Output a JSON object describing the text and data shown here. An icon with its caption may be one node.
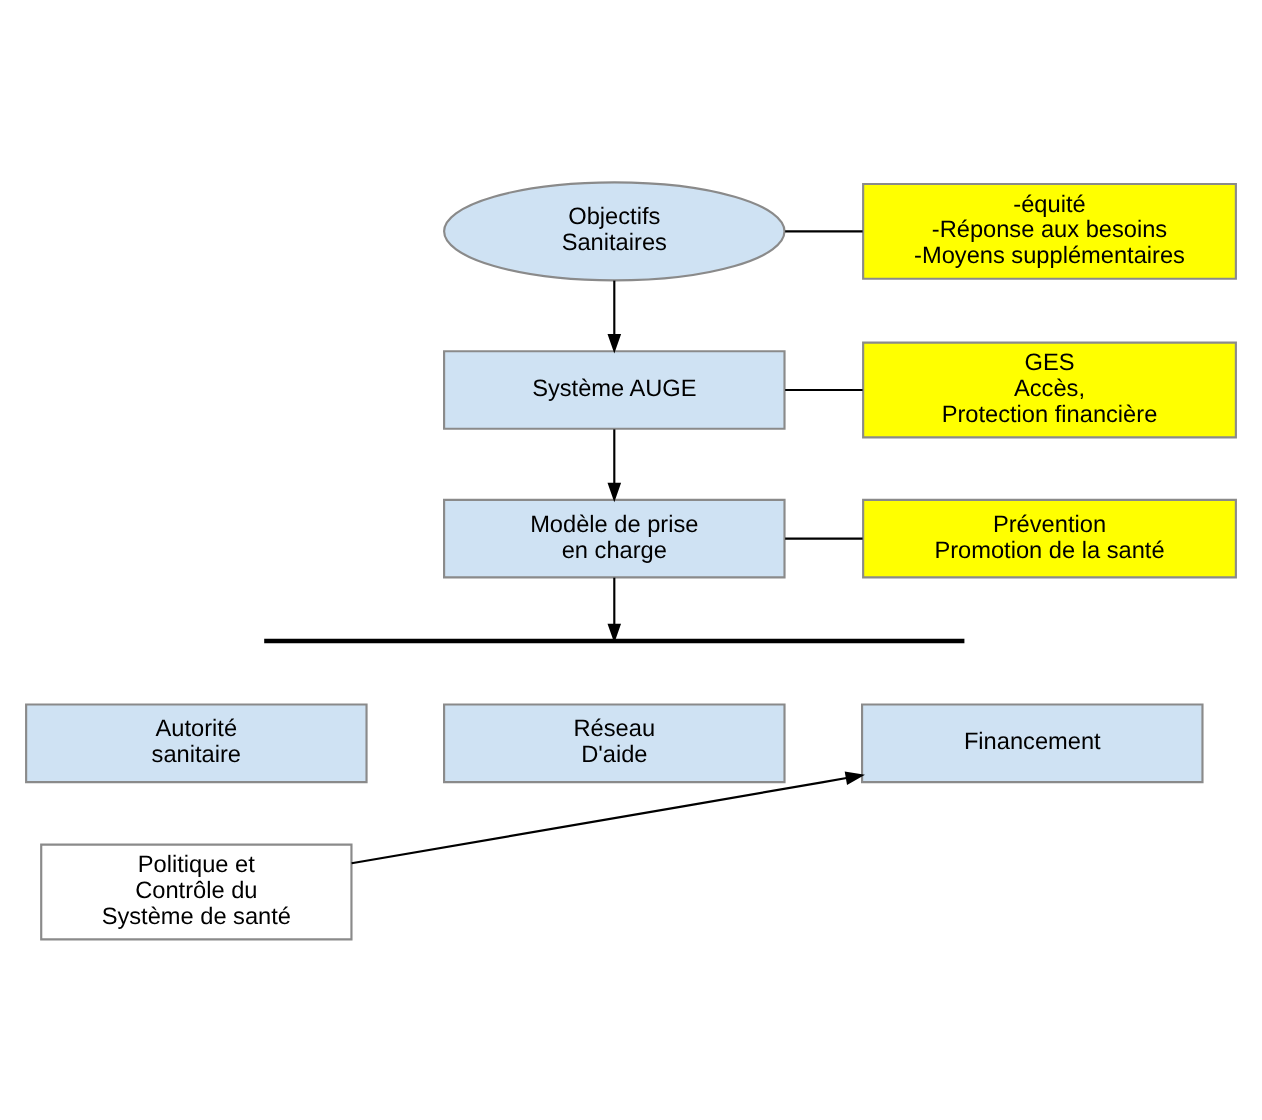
{
  "diagram": {
    "nodes": [
      {
        "text": [
          "Objectifs Sanitaires"
        ]
      },
      {
        "text": [
          "-équité",
          "-Réponse aux besoins",
          "-Moyens supplémentaires"
        ]
      },
      {
        "text": [
          "Système AUGE"
        ]
      },
      {
        "text": [
          "GES",
          "Accès,",
          "Protection financière"
        ]
      },
      {
        "text": [
          "Modèle de prise en charge"
        ]
      },
      {
        "text": [
          "Prévention",
          "Promotion de la santé"
        ]
      },
      {
        "text": [],
        "shape": "bar"
      },
      {
        "text": [
          "Autorité sanitaire"
        ]
      },
      {
        "text": [
          "Réseau D'aide"
        ]
      },
      {
        "text": [
          "Financement"
        ]
      },
      {
        "text": [
          "Politique et Contrôle du Système de santé"
        ]
      }
    ],
    "edges": [
      {
        "from": 0,
        "to": 1,
        "arrow": "none"
      },
      {
        "from": 0,
        "to": 2,
        "arrow": "to"
      },
      {
        "from": 2,
        "to": 3,
        "arrow": "none"
      },
      {
        "from": 2,
        "to": 4,
        "arrow": "to"
      },
      {
        "from": 4,
        "to": 5,
        "arrow": "none"
      },
      {
        "from": 4,
        "to": 6,
        "arrow": "to"
      },
      {
        "from": 10,
        "to": 9,
        "arrow": "to"
      }
    ]
  }
}
